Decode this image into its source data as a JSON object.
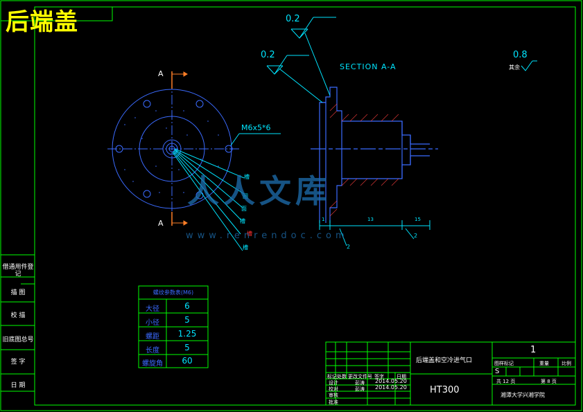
{
  "title": "后端盖",
  "section_label": "SECTION A-A",
  "section_markers": [
    "A",
    "A"
  ],
  "surface_finish": [
    {
      "value": "0.2"
    },
    {
      "value": "0.2"
    },
    {
      "value": "0.8",
      "prefix": "其余"
    }
  ],
  "thread_callout": "M6x5*6",
  "radial_notes": [
    "槽",
    "圈",
    "面",
    "槽",
    "槽",
    "槽"
  ],
  "dimensions": {
    "d1": "1",
    "d2": "13",
    "d3": "15"
  },
  "balloons": [
    "2",
    "2"
  ],
  "side_panel": [
    "借通用件登记",
    "描 图",
    "校 描",
    "旧底图总号",
    "签 字",
    "日 期"
  ],
  "thread_table": {
    "header": "螺纹参数表(M6)",
    "rows": [
      {
        "name": "大径",
        "value": "6"
      },
      {
        "name": "小径",
        "value": "5"
      },
      {
        "name": "螺距",
        "value": "1.25"
      },
      {
        "name": "长度",
        "value": "5"
      },
      {
        "name": "螺旋角",
        "value": "60"
      }
    ]
  },
  "title_block": {
    "part_name": "后端盖和空冷进气口",
    "material": "HT300",
    "drawing_no": "1",
    "school": "湘潭大学兴湘学院",
    "scale_headers": [
      "图样标记",
      "重量",
      "比例"
    ],
    "mark": "S",
    "sheets": "共 12 页",
    "sheet_no": "第 8 页",
    "rev_headers": [
      "标记",
      "处数",
      "更改文件号",
      "签字",
      "日期"
    ],
    "rows": [
      {
        "role": "设计",
        "name": "彭涛",
        "date": "2014.05.20"
      },
      {
        "role": "校对",
        "name": "彭涛",
        "date": "2014.05.20"
      },
      {
        "role": "审核",
        "name": "",
        "date": ""
      },
      {
        "role": "批准",
        "name": "",
        "date": ""
      }
    ]
  },
  "watermark": {
    "text": "人人文库",
    "url": "www.renrendoc.com"
  },
  "colors": {
    "frame": "#00ff00",
    "part": "#3b6bff",
    "dim": "#00e5ff",
    "title": "#ffff00"
  }
}
